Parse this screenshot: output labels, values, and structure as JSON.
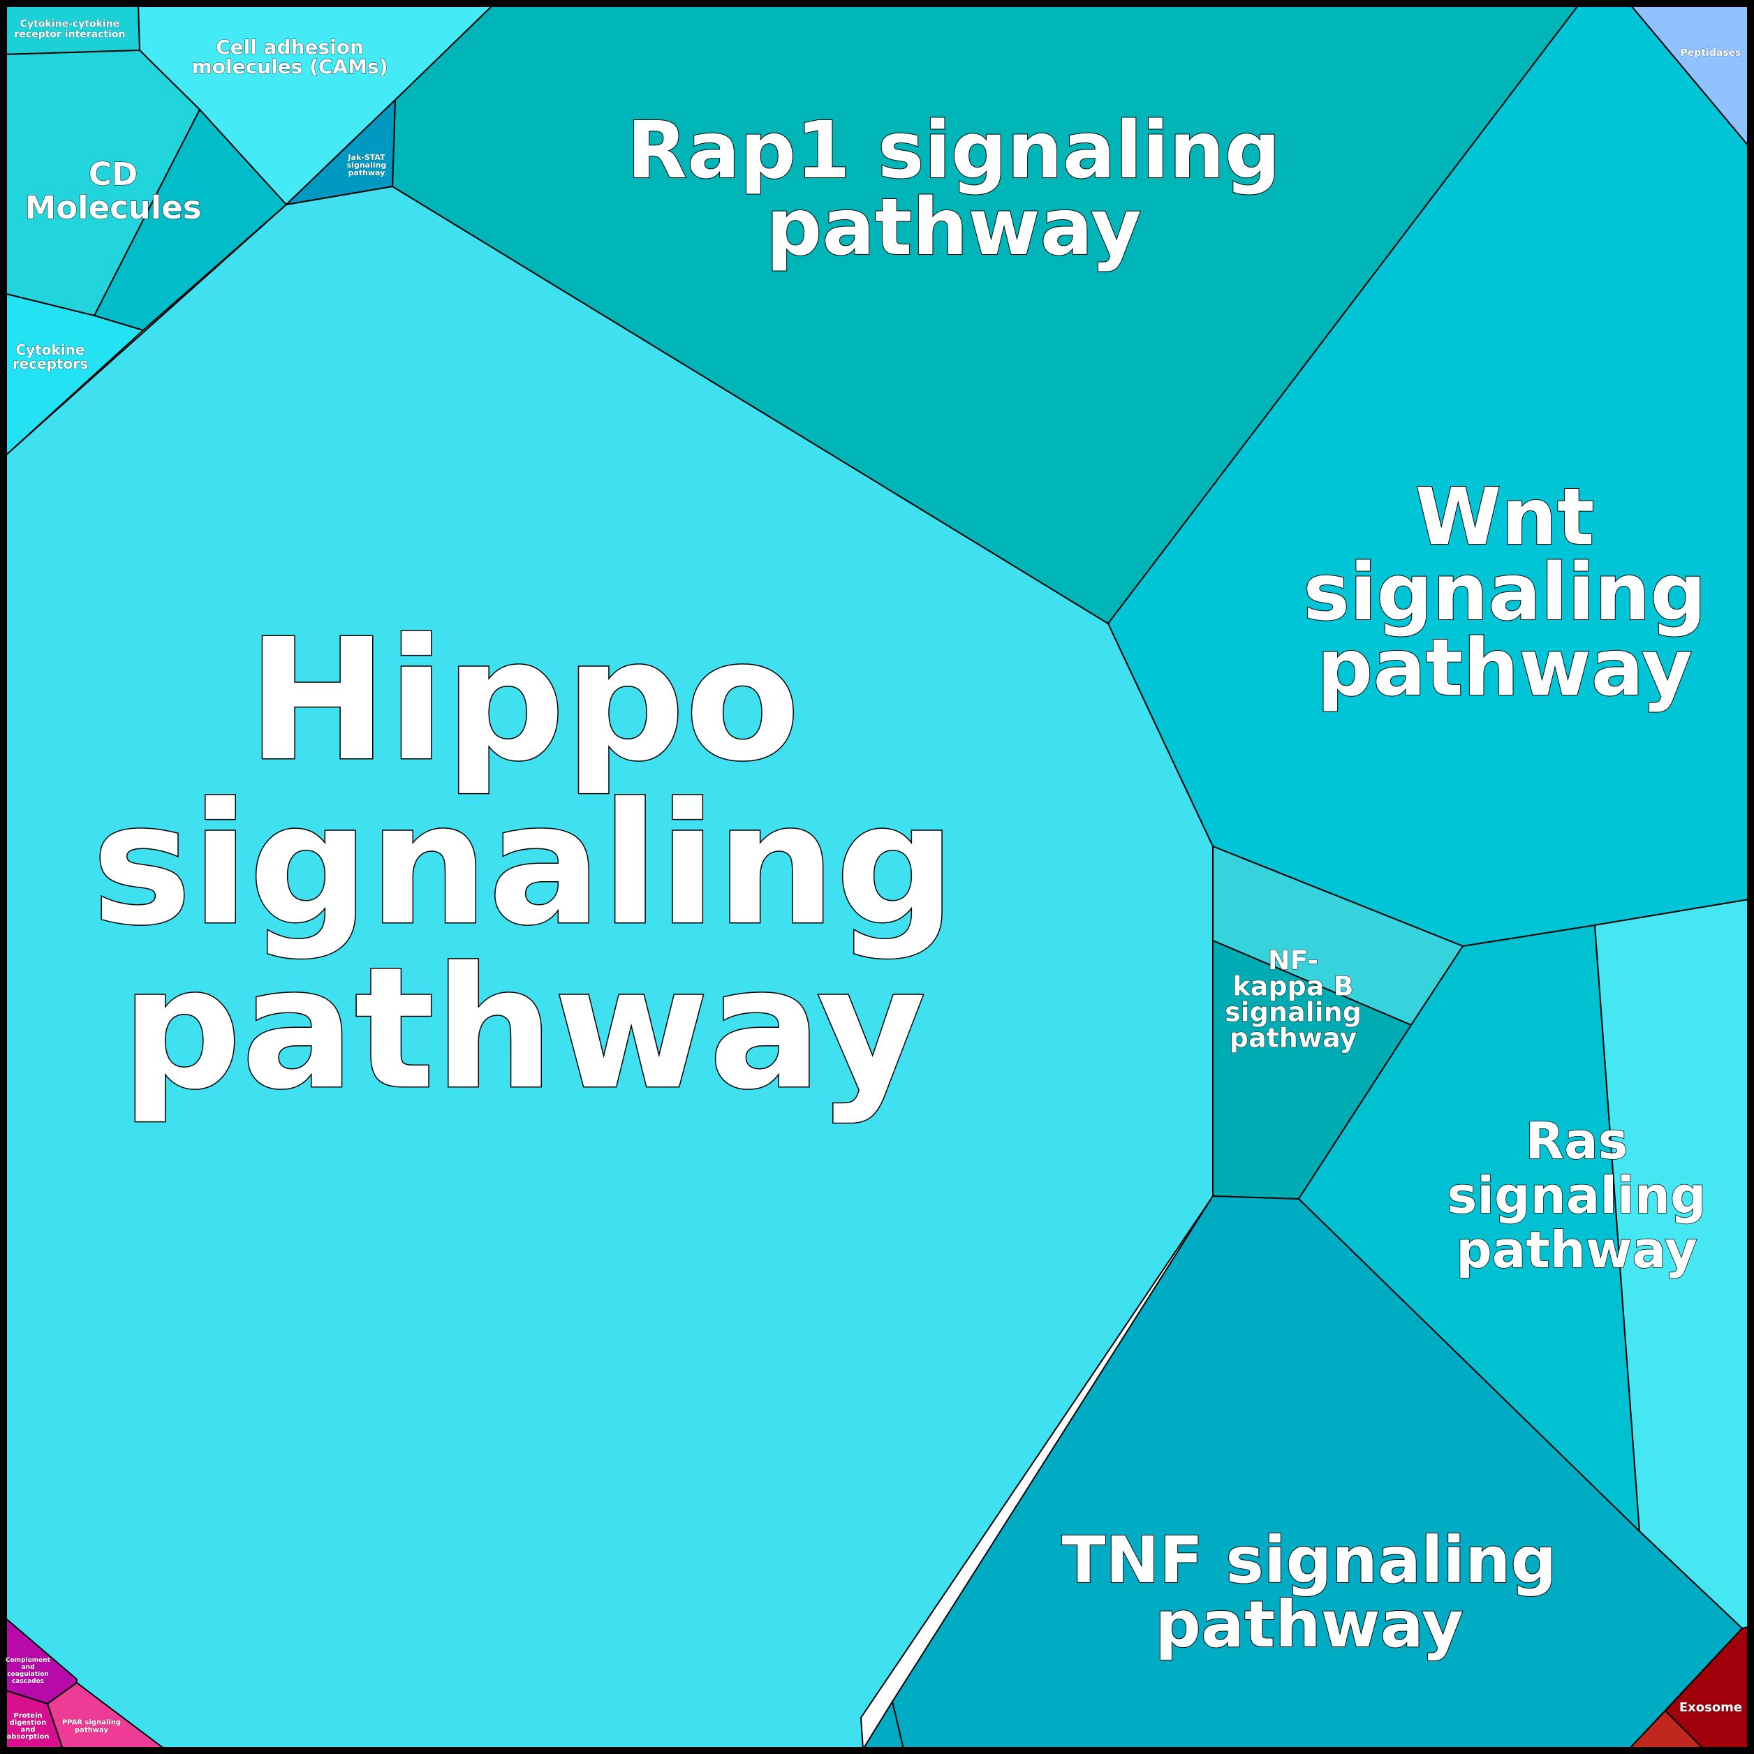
{
  "colors": {
    "hippo": "#3fe0f0",
    "rap1": "#00b5b8",
    "wnt": "#00c5d6",
    "tnf": "#00acc4",
    "ras": "#00c1d1",
    "ras_side": "#44e7f2",
    "nfkb_top": "#36d3dc",
    "nfkb_bottom": "#00acb4",
    "cd": "#22d5dc",
    "cd_right": "#00bdc9",
    "cams": "#44ebf6",
    "cytokine_receptors": "#22e2f4",
    "cytokine_interaction": "#1cd0d8",
    "jak_stat": "#0099c2",
    "peptidases": "#8fc2ff",
    "exosome": "#a0000a",
    "exosome_lower": "#c0281e",
    "complement": "#b80aa8",
    "protein_digestion": "#d8108e",
    "ppar": "#ee3c96"
  },
  "regions": {
    "hippo": {
      "label": [
        "Hippo",
        "signaling",
        "pathway"
      ]
    },
    "rap1": {
      "label": [
        "Rap1 signaling",
        "pathway"
      ]
    },
    "wnt": {
      "label": [
        "Wnt",
        "signaling",
        "pathway"
      ]
    },
    "tnf": {
      "label": [
        "TNF signaling",
        "pathway"
      ]
    },
    "ras": {
      "label": [
        "Ras",
        "signaling",
        "pathway"
      ]
    },
    "nfkb": {
      "label": [
        "NF-",
        "kappa B",
        "signaling",
        "pathway"
      ]
    },
    "cd_molecules": {
      "label": [
        "CD",
        "Molecules"
      ]
    },
    "cams": {
      "label": [
        "Cell adhesion",
        "molecules (CAMs)"
      ]
    },
    "cytokine_receptors": {
      "label": [
        "Cytokine",
        "receptors"
      ]
    },
    "cytokine_interaction": {
      "label": [
        "Cytokine-cytokine",
        "receptor interaction"
      ]
    },
    "jak_stat": {
      "label": [
        "Jak-STAT",
        "signaling",
        "pathway"
      ]
    },
    "peptidases": {
      "label": [
        "Peptidases"
      ]
    },
    "exosome": {
      "label": [
        "Exosome"
      ]
    },
    "complement": {
      "label": [
        "Complement",
        "and",
        "coagulation",
        "cascades"
      ]
    },
    "protein_digestion": {
      "label": [
        "Protein",
        "digestion",
        "and",
        "absorption"
      ]
    },
    "ppar": {
      "label": [
        "PPAR signaling",
        "pathway"
      ]
    }
  }
}
